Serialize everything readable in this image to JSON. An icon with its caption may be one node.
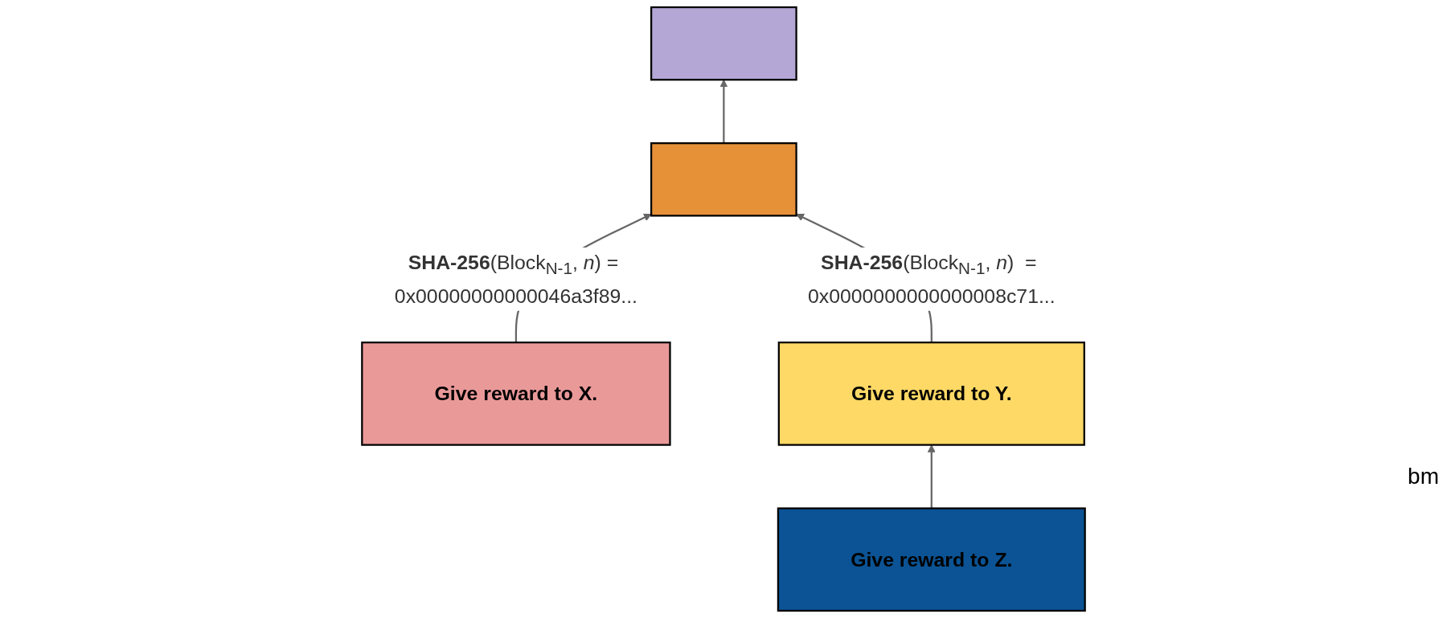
{
  "diagram": {
    "nodes": [
      {
        "text": [],
        "shape": "box"
      },
      {
        "text": [],
        "shape": "box"
      },
      {
        "text": [
          "Give reward to X."
        ]
      },
      {
        "text": [
          "Give reward to Y."
        ]
      },
      {
        "text": [
          "Give reward to Z."
        ]
      }
    ],
    "edges": [
      {
        "from": 1,
        "to": 0,
        "arrow": "to"
      },
      {
        "from": 2,
        "to": 1,
        "arrow": "to",
        "label": "**SHA-256**(Block$_{N-1}$, *n*) = 0x00000000000046a3f89..."
      },
      {
        "from": 3,
        "to": 1,
        "arrow": "to",
        "label": "**SHA-256**(Block$_{N-1}$, *n*)  = 0x0000000000000008c71..."
      },
      {
        "from": 4,
        "to": 3,
        "arrow": "to"
      }
    ],
    "labels": [
      "bm"
    ]
  }
}
